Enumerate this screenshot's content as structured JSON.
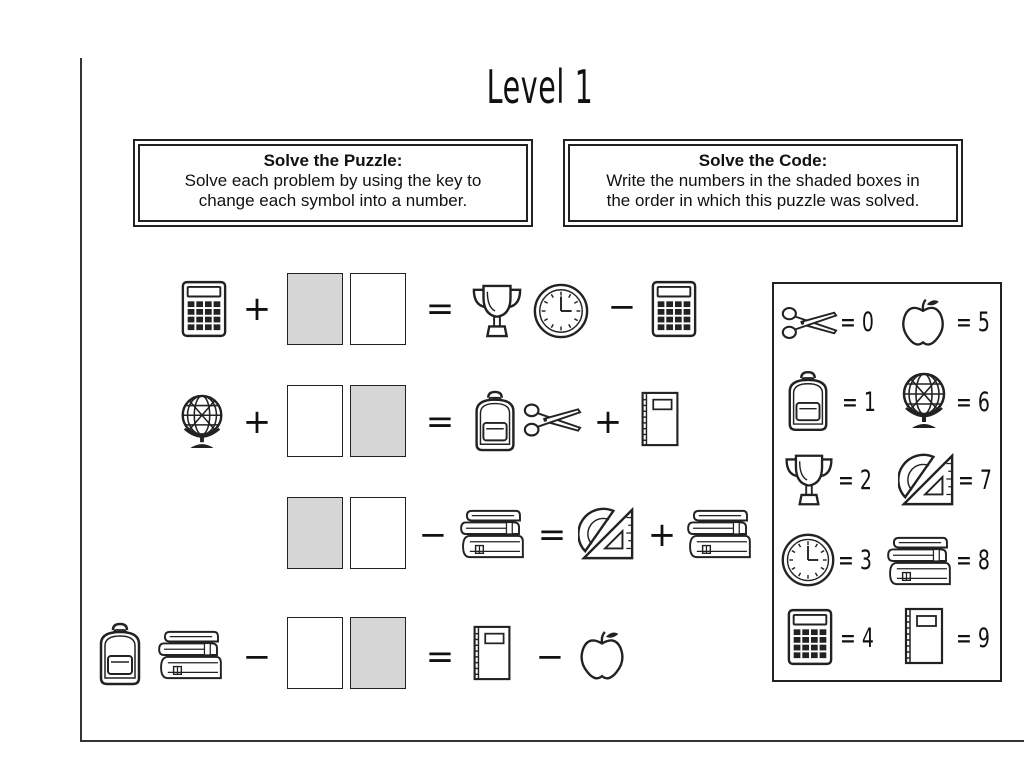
{
  "title": "Level 1",
  "puzzle_box": {
    "heading": "Solve the Puzzle:",
    "line1": "Solve each problem by using the key to",
    "line2": "change each symbol into a number."
  },
  "code_box": {
    "heading": "Solve the Code:",
    "line1": "Write the numbers in the shaded boxes in",
    "line2": "the order in which this puzzle was solved."
  },
  "operators": {
    "plus": "+",
    "minus": "−",
    "equals": "="
  },
  "key": [
    {
      "icon": "scissors-icon",
      "text": "= 0"
    },
    {
      "icon": "apple-icon",
      "text": "= 5"
    },
    {
      "icon": "backpack-icon",
      "text": "= 1"
    },
    {
      "icon": "globe-icon",
      "text": "= 6"
    },
    {
      "icon": "trophy-icon",
      "text": "= 2"
    },
    {
      "icon": "protractor-icon",
      "text": "= 7"
    },
    {
      "icon": "clock-icon",
      "text": "= 3"
    },
    {
      "icon": "books-icon",
      "text": "= 8"
    },
    {
      "icon": "calculator-icon",
      "text": "= 4"
    },
    {
      "icon": "notebook-icon",
      "text": "= 9"
    }
  ]
}
